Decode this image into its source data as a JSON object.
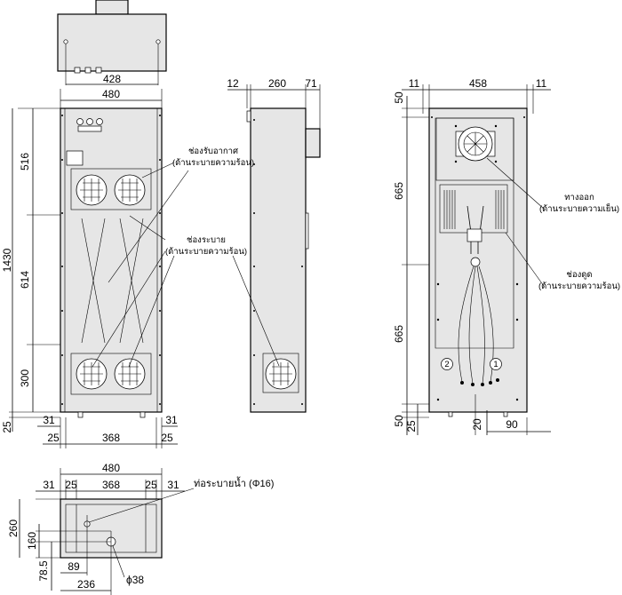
{
  "dims": {
    "top_view_width": "428",
    "front_width": "480",
    "front_h_upper": "516",
    "front_h_middle": "614",
    "front_h_lower": "300",
    "front_h_total": "1430",
    "front_h_foot": "25",
    "front_bottom_31_left": "31",
    "front_bottom_31_right": "31",
    "front_bottom_25_left": "25",
    "front_bottom_368": "368",
    "front_bottom_25_right": "25",
    "side_12": "12",
    "side_260": "260",
    "side_71": "71",
    "back_11_left": "11",
    "back_458": "458",
    "back_11_right": "11",
    "back_50_top": "50",
    "back_665_upper": "665",
    "back_665_lower": "665",
    "back_50_bottom": "50",
    "back_25": "25",
    "back_20": "20",
    "back_90": "90",
    "bottom_480": "480",
    "bottom_31_left": "31",
    "bottom_25_left": "25",
    "bottom_368": "368",
    "bottom_25_right": "25",
    "bottom_31_right": "31",
    "bottom_260": "260",
    "bottom_160": "160",
    "bottom_78_5": "78.5",
    "bottom_89": "89",
    "bottom_236": "236",
    "bottom_phi38": "ϕ38"
  },
  "labels": {
    "air_intake_line1": "ช่องรับอากาศ",
    "air_intake_line2": "(ด้านระบายความร้อน)",
    "exhaust_line1": "ช่องระบาย",
    "exhaust_line2": "(ด้านระบายความร้อน)",
    "outlet_line1": "ทางออก",
    "outlet_line2": "(ด้านระบายความเย็น)",
    "suction_line1": "ช่องดูด",
    "suction_line2": "(ด้านระบายความร้อน)",
    "drain": "ท่อระบายน้ำ (Φ16)",
    "circle_1": "1",
    "circle_2": "2"
  }
}
